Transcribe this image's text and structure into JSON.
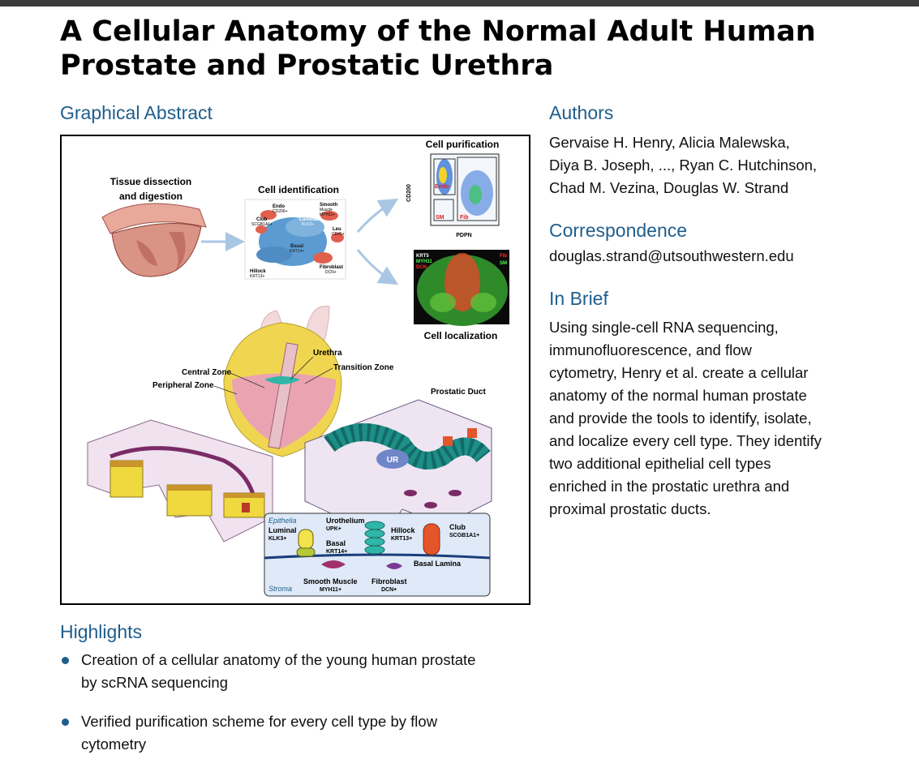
{
  "title": "A Cellular Anatomy of the Normal Adult Human Prostate and Prostatic Urethra",
  "graphical_abstract": {
    "heading": "Graphical Abstract",
    "labels": {
      "tissue": "Tissue dissection",
      "tissue2": "and digestion",
      "cell_id": "Cell identification",
      "cell_pur": "Cell purification",
      "cell_loc": "Cell localization",
      "urethra": "Urethra",
      "transition": "Transition Zone",
      "central": "Central Zone",
      "peripheral": "Peripheral Zone",
      "duct": "Prostatic Duct",
      "ur": "UR",
      "epithelia": "Epithelia",
      "stroma": "Stroma",
      "luminal": "Luminal",
      "luminal_m": "KLK3+",
      "basal": "Basal",
      "basal_m": "KRT14+",
      "urothelium": "Urothelium",
      "urothelium_m": "UPK+",
      "hillock": "Hillock",
      "hillock_m": "KRT13+",
      "club": "Club",
      "club_m": "SCGB1A1+",
      "basal_lamina": "Basal Lamina",
      "smooth_muscle": "Smooth Muscle",
      "smooth_muscle_m": "MYH11+",
      "fibroblast": "Fibroblast",
      "fibroblast_m": "DCN+",
      "tsne_endo": "Endo",
      "tsne_endo_m": "CD200+",
      "tsne_sm": "Smooth",
      "tsne_sm2": "Muscle",
      "tsne_sm_m": "MYH11+",
      "tsne_club": "Club",
      "tsne_club_m": "SCGB1A1+",
      "tsne_luminal": "Luminal",
      "tsne_luminal_m": "KLK3+",
      "tsne_leu": "Leu",
      "tsne_leu_m": "CD45+",
      "tsne_basal": "Basal",
      "tsne_basal_m": "KRT14+",
      "tsne_hillock": "Hillock",
      "tsne_hillock_m": "KRT13+",
      "tsne_fib": "Fibroblast",
      "tsne_fib_m": "DCN+",
      "flow_y": "CD200",
      "flow_x": "PDPN",
      "flow_endo": "Endo",
      "flow_sm": "SM",
      "flow_fib": "Fib",
      "if_krt5": "KRT5",
      "if_myh11": "MYH11",
      "if_dcn": "DCN",
      "if_fib": "Fib",
      "if_sm": "SM"
    }
  },
  "authors": {
    "heading": "Authors",
    "lines": [
      "Gervaise H. Henry, Alicia Malewska,",
      "Diya B. Joseph, ..., Ryan C. Hutchinson,",
      "Chad M. Vezina, Douglas W. Strand"
    ]
  },
  "correspondence": {
    "heading": "Correspondence",
    "email": "douglas.strand@utsouthwestern.edu"
  },
  "in_brief": {
    "heading": "In Brief",
    "lines": [
      "Using single-cell RNA sequencing,",
      "immunofluorescence, and flow",
      "cytometry, Henry et al. create a cellular",
      "anatomy of the normal human prostate",
      "and provide the tools to identify, isolate,",
      "and localize every cell type. They identify",
      "two additional epithelial cell types",
      "enriched in the prostatic urethra and",
      "proximal prostatic ducts."
    ]
  },
  "highlights": {
    "heading": "Highlights",
    "items": [
      [
        "Creation of a cellular anatomy of the young human prostate",
        "by scRNA sequencing"
      ],
      [
        "Verified purification scheme for every cell type by flow",
        "cytometry"
      ]
    ]
  },
  "colors": {
    "heading_blue": "#1f5e8c",
    "topbar": "#3b3b3b"
  }
}
